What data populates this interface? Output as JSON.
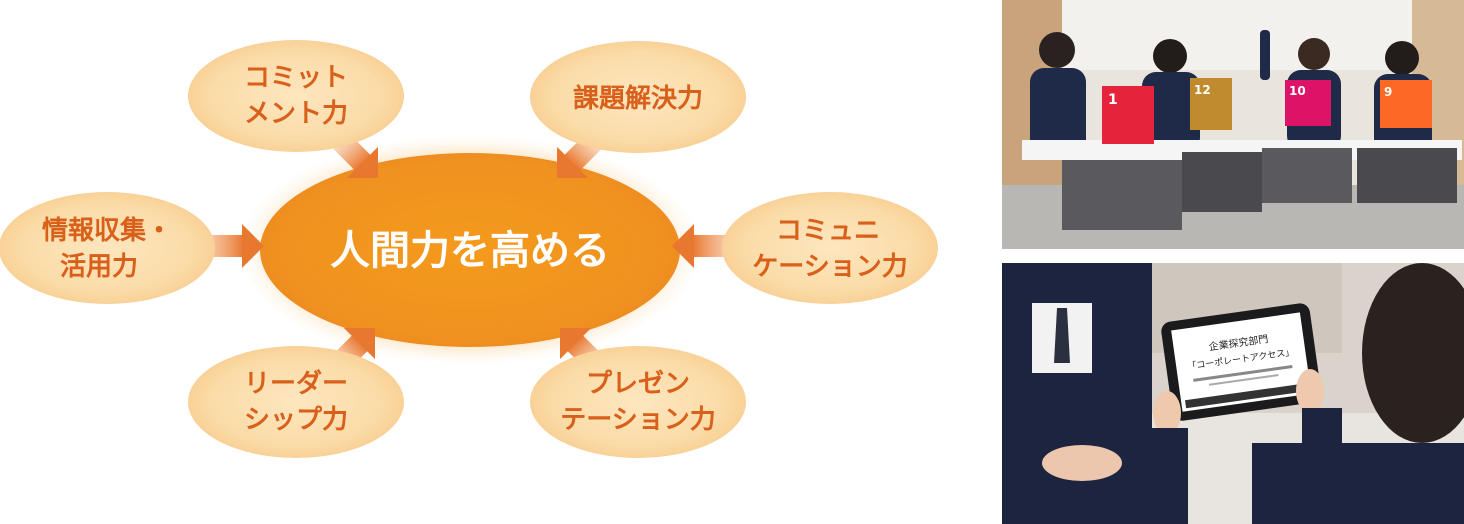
{
  "diagram": {
    "center": "人間力を高める",
    "skills": [
      {
        "id": "commitment",
        "lines": [
          "コミット",
          "メント力"
        ]
      },
      {
        "id": "problem-solving",
        "lines": [
          "課題解決力"
        ]
      },
      {
        "id": "information",
        "lines": [
          "情報収集・",
          "活用力"
        ]
      },
      {
        "id": "communication",
        "lines": [
          "コミュニ",
          "ケーション力"
        ]
      },
      {
        "id": "leadership",
        "lines": [
          "リーダー",
          "シップ力"
        ]
      },
      {
        "id": "presentation",
        "lines": [
          "プレゼン",
          "テーション力"
        ]
      }
    ],
    "colors": {
      "center_fill": "#f0921f",
      "center_glow": "#f9c173",
      "bubble_fill": "#fbdca8",
      "bubble_text": "#d9601b",
      "arrow": "#e8772f"
    }
  },
  "photos": {
    "top": {
      "sdg_cards": [
        {
          "number": "1",
          "color": "#e5243b"
        },
        {
          "number": "12",
          "color": "#bf8b2e"
        },
        {
          "number": "10",
          "color": "#dd1367"
        },
        {
          "number": "9",
          "color": "#fd6925"
        }
      ]
    },
    "bottom": {
      "tablet_title": "企業探究部門",
      "tablet_subtitle": "「コーポレートアクセス」"
    }
  }
}
